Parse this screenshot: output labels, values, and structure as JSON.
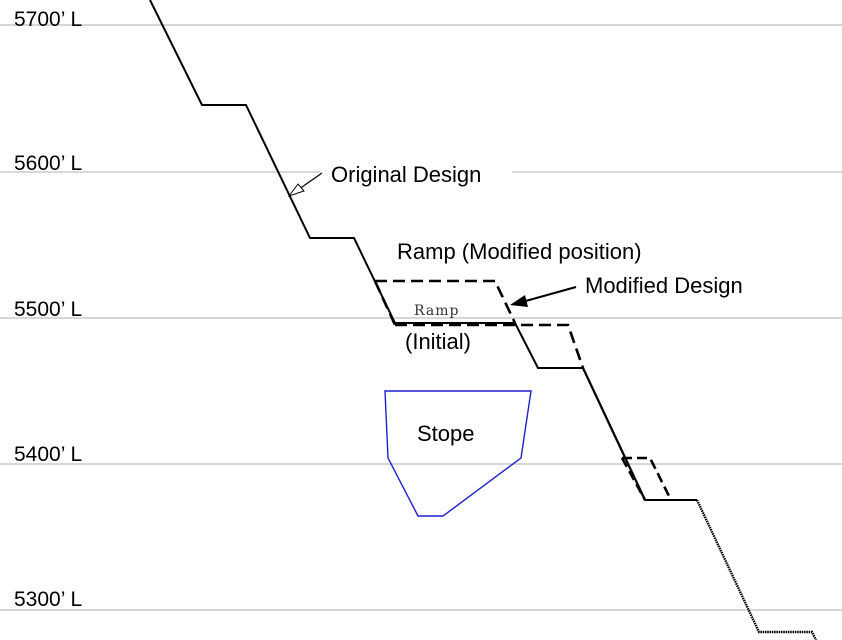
{
  "levels": [
    {
      "label": "5700’ L"
    },
    {
      "label": "5600’ L"
    },
    {
      "label": "5500’ L"
    },
    {
      "label": "5400’ L"
    },
    {
      "label": "5300’ L"
    }
  ],
  "labels": {
    "original_design": "Original Design",
    "ramp_modified": "Ramp (Modified position)",
    "modified_design": "Modified Design",
    "ramp_initial_word": "Ramp",
    "ramp_initial_paren": "(Initial)",
    "stope": "Stope"
  },
  "colors": {
    "level_line": "#bfbfbf",
    "profile": "#000000",
    "stope_outline": "#1f1fd0"
  }
}
